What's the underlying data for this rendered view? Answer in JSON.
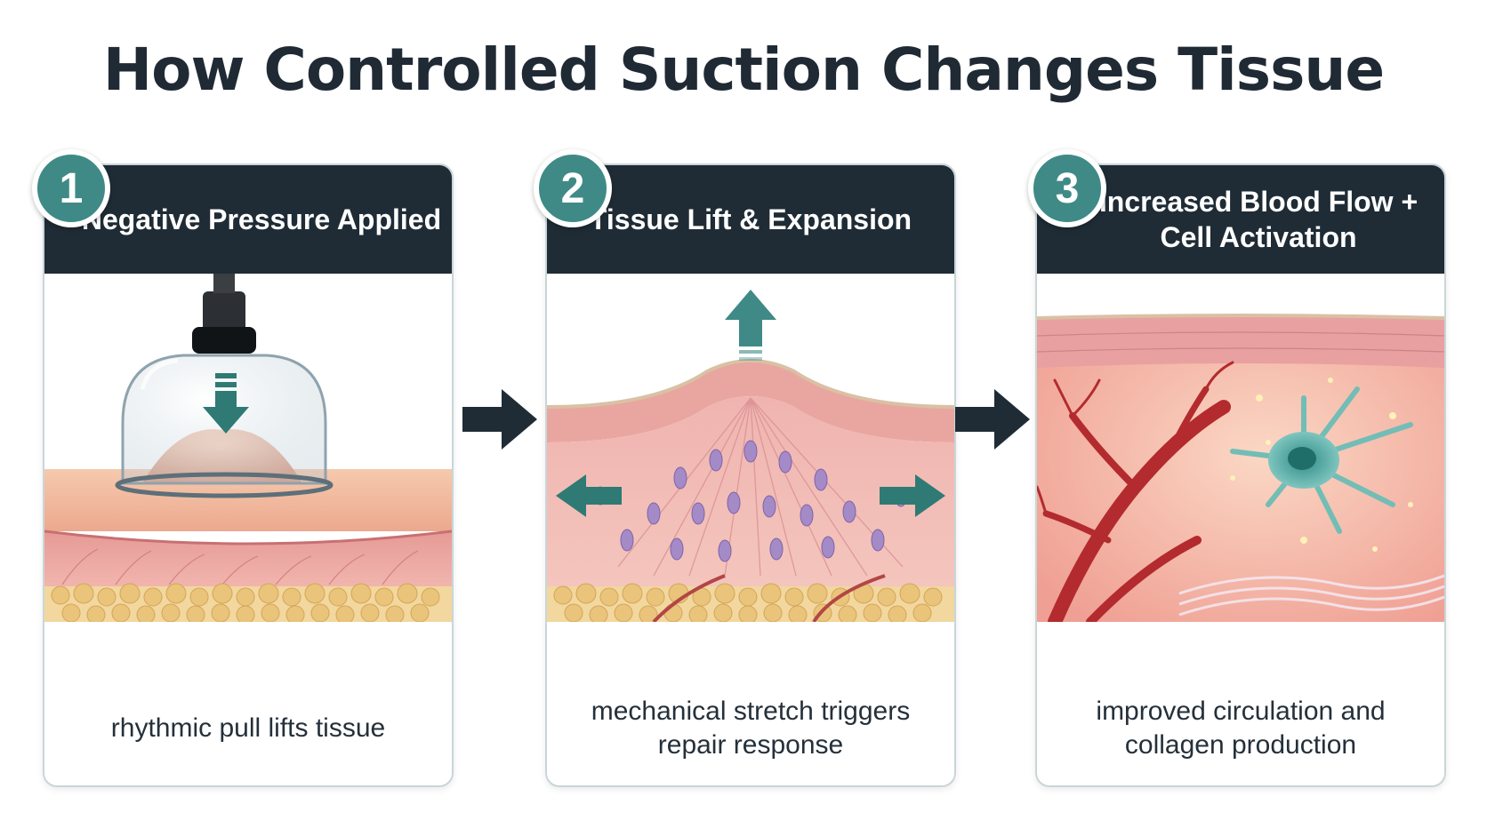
{
  "title": "How Controlled Suction Changes Tissue",
  "steps": [
    {
      "number": "1",
      "heading": "Negative Pressure Applied",
      "caption": "rhythmic pull lifts tissue"
    },
    {
      "number": "2",
      "heading": "Tissue Lift & Expansion",
      "caption": "mechanical stretch triggers repair response"
    },
    {
      "number": "3",
      "heading": "Increased Blood Flow + Cell Activation",
      "caption": "improved circulation and collagen production"
    }
  ],
  "colors": {
    "header": "#1f2c36",
    "accent": "#3f8a86",
    "border": "#c9d6d8",
    "arrow": "#1f2c36"
  },
  "icons": [
    "suction-cup",
    "down-arrow-icon",
    "up-arrow-icon",
    "left-arrow-icon",
    "right-arrow-icon",
    "flow-arrow-icon",
    "blood-vessel",
    "cell"
  ]
}
